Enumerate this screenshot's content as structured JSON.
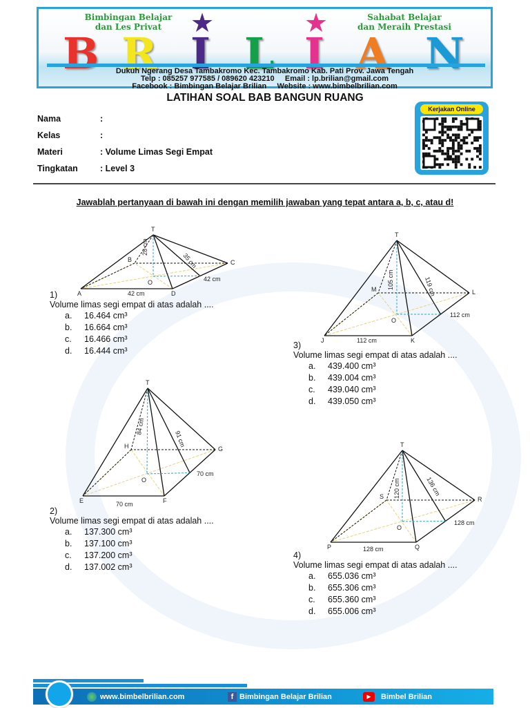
{
  "banner": {
    "left_tagline_1": "Bimbingan Belajar",
    "left_tagline_2": "dan Les Privat",
    "right_tagline_1": "Sahabat Belajar",
    "right_tagline_2": "dan Meraih Prestasi",
    "logo_letters": [
      "B",
      "R",
      "I",
      "L",
      "I",
      "A",
      "N"
    ],
    "logo_colors": [
      "#e8322c",
      "#f4e61c",
      "#4a2a86",
      "#12a04a",
      "#e3338f",
      "#ef7d22",
      "#1b9ad6"
    ],
    "address": "Dukuh Ngerang Desa Tambakromo Kec. Tambakromo Kab. Pati Prov. Jawa Tengah",
    "contact": "Telp : 085257 977585 / 089620 423210     Email : lp.brilian@gmail.com",
    "social": "Facebook : Bimbingan Belajar Brilian     Website : www.bimbelbrilian.com"
  },
  "title": "LATIHAN SOAL BAB BANGUN RUANG",
  "fields": [
    {
      "label": "Nama",
      "value": ":"
    },
    {
      "label": "Kelas",
      "value": ":"
    },
    {
      "label": "Materi",
      "value": ": Volume Limas Segi Empat"
    },
    {
      "label": "Tingkatan",
      "value": ": Level 3"
    }
  ],
  "qr": {
    "label": "Kerjakan Online"
  },
  "instruction": "Jawablah pertanyaan di bawah ini dengan memilih jawaban yang tepat antara a, b, c, atau d!",
  "questions": [
    {
      "number": "1)",
      "text": "Volume limas segi empat di atas adalah ....",
      "options": [
        {
          "letter": "a.",
          "value": "16.464 cm³"
        },
        {
          "letter": "b.",
          "value": "16.664 cm³"
        },
        {
          "letter": "c.",
          "value": "16.466 cm³"
        },
        {
          "letter": "d.",
          "value": "16.444 cm³"
        }
      ],
      "figure": {
        "apex": "T",
        "vertices": [
          "A",
          "D",
          "C",
          "B"
        ],
        "center": "O",
        "height": "28 cm",
        "slant": "35 cm",
        "base_length": "42 cm",
        "base_width": "42 cm"
      }
    },
    {
      "number": "2)",
      "text": "Volume limas segi empat di atas adalah ....",
      "options": [
        {
          "letter": "a.",
          "value": "137.300 cm³"
        },
        {
          "letter": "b.",
          "value": "137.100 cm³"
        },
        {
          "letter": "c.",
          "value": "137.200 cm³"
        },
        {
          "letter": "d.",
          "value": "137.002 cm³"
        }
      ],
      "figure": {
        "apex": "T",
        "vertices": [
          "E",
          "F",
          "G",
          "H"
        ],
        "center": "O",
        "height": "84 cm",
        "slant": "91 cm",
        "base_length": "70 cm",
        "base_width": "70 cm"
      }
    },
    {
      "number": "3)",
      "text": "Volume limas segi empat di atas adalah ....",
      "options": [
        {
          "letter": "a.",
          "value": "439.400 cm³"
        },
        {
          "letter": "b.",
          "value": "439.004 cm³"
        },
        {
          "letter": "c.",
          "value": "439.040 cm³"
        },
        {
          "letter": "d.",
          "value": "439.050 cm³"
        }
      ],
      "figure": {
        "apex": "T",
        "vertices": [
          "J",
          "K",
          "L",
          "M"
        ],
        "center": "O",
        "height": "105 cm",
        "slant": "119 cm",
        "base_length": "112 cm",
        "base_width": "112 cm"
      }
    },
    {
      "number": "4)",
      "text": "Volume limas segi empat di atas adalah ....",
      "options": [
        {
          "letter": "a.",
          "value": "655.036 cm³"
        },
        {
          "letter": "b.",
          "value": "655.306 cm³"
        },
        {
          "letter": "c.",
          "value": "655.360 cm³"
        },
        {
          "letter": "d.",
          "value": "655.006 cm³"
        }
      ],
      "figure": {
        "apex": "T",
        "vertices": [
          "P",
          "Q",
          "R",
          "S"
        ],
        "center": "O",
        "height": "120 cm",
        "slant": "136 cm",
        "base_length": "128 cm",
        "base_width": "128 cm"
      }
    }
  ],
  "footer": {
    "website": "www.bimbelbrilian.com",
    "facebook": "Bimbingan Belajar Brilian",
    "youtube": "Bimbel Brilian"
  }
}
